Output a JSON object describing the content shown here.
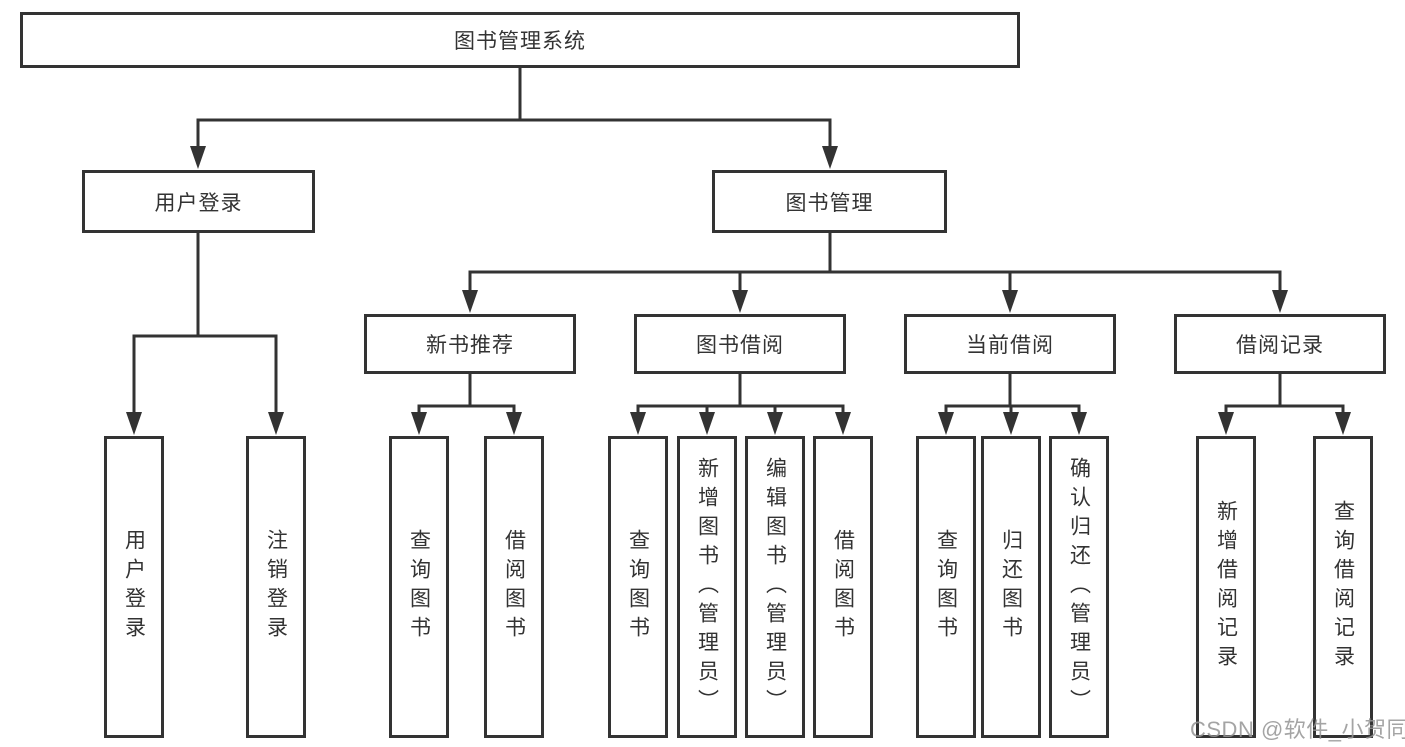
{
  "diagram": {
    "root": {
      "label": "图书管理系统"
    },
    "level2": [
      {
        "label": "用户登录"
      },
      {
        "label": "图书管理"
      }
    ],
    "level3": [
      {
        "label": "新书推荐"
      },
      {
        "label": "图书借阅"
      },
      {
        "label": "当前借阅"
      },
      {
        "label": "借阅记录"
      }
    ],
    "leaves": [
      {
        "label": "用户登录"
      },
      {
        "label": "注销登录"
      },
      {
        "label": "查询图书"
      },
      {
        "label": "借阅图书"
      },
      {
        "label": "查询图书"
      },
      {
        "label": "新增图书（管理员）"
      },
      {
        "label": "编辑图书（管理员）"
      },
      {
        "label": "借阅图书"
      },
      {
        "label": "查询图书"
      },
      {
        "label": "归还图书"
      },
      {
        "label": "确认归还（管理员）"
      },
      {
        "label": "新增借阅记录"
      },
      {
        "label": "查询借阅记录"
      }
    ],
    "hierarchy": {
      "图书管理系统": [
        "用户登录",
        "图书管理"
      ],
      "用户登录": [
        "用户登录",
        "注销登录"
      ],
      "图书管理": [
        "新书推荐",
        "图书借阅",
        "当前借阅",
        "借阅记录"
      ],
      "新书推荐": [
        "查询图书",
        "借阅图书"
      ],
      "图书借阅": [
        "查询图书",
        "新增图书（管理员）",
        "编辑图书（管理员）",
        "借阅图书"
      ],
      "当前借阅": [
        "查询图书",
        "归还图书",
        "确认归还（管理员）"
      ],
      "借阅记录": [
        "新增借阅记录",
        "查询借阅记录"
      ]
    }
  },
  "watermark": {
    "text": "CSDN @软件_小贺同学"
  },
  "colors": {
    "line": "#333333",
    "box_border": "#333333",
    "box_fill": "#ffffff",
    "text": "#333333",
    "watermark": "#949494",
    "background": "#ffffff"
  }
}
